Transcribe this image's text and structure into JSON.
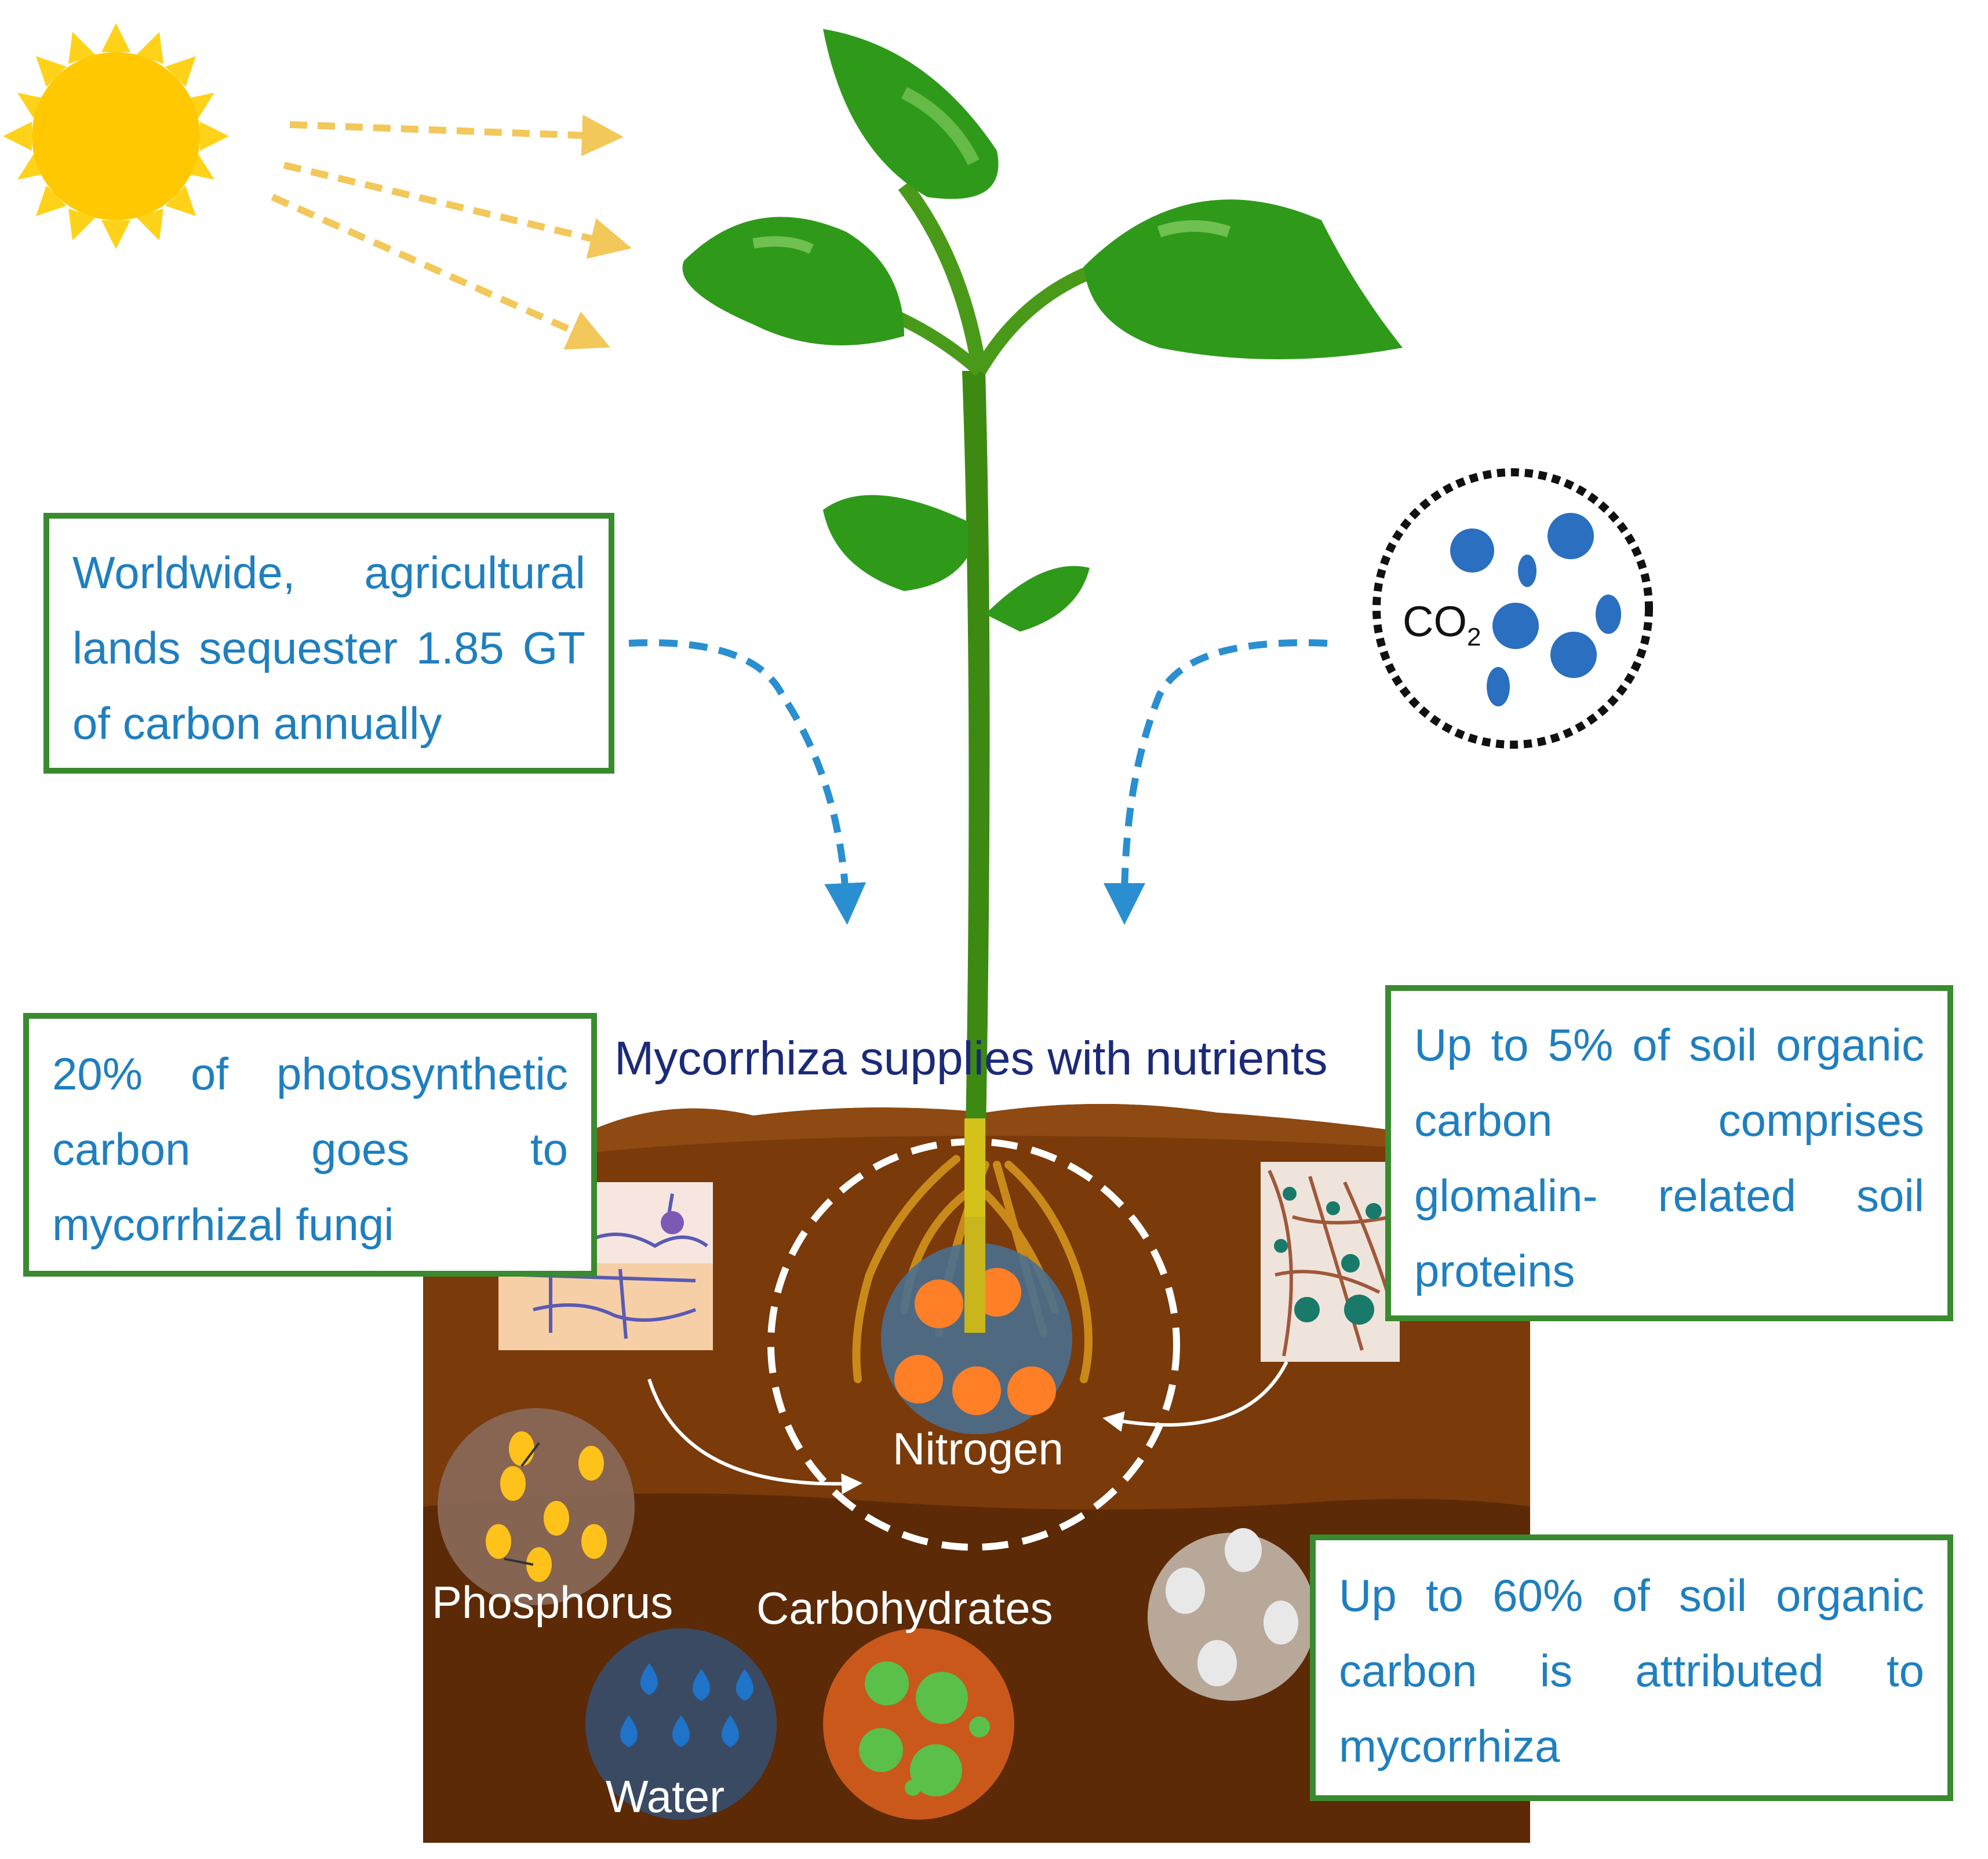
{
  "diagram": {
    "heading": "Mycorrhiza supplies with nutrients",
    "boxes": {
      "sequester": "Worldwide, agricultural lands sequester 1.85 GT of carbon annually",
      "photosynthetic": "20% of photosynthetic carbon goes to mycorrhizal fungi",
      "glomalin": "Up to 5% of soil organic carbon comprises glomalin- related soil proteins",
      "mycorrhiza": "Up to 60% of soil organic carbon is attributed to mycorrhiza"
    },
    "labels": {
      "nitrogen": "Nitrogen",
      "phosphorus": "Phosphorus",
      "carbohydrates": "Carbohydrates",
      "water": "Water"
    },
    "co2": {
      "base": "CO",
      "subscript": "2"
    },
    "icons": [
      "sun-icon",
      "plant-icon",
      "co2-molecules-icon",
      "fungal-hyphae-icon",
      "glomalin-soil-icon"
    ],
    "colors": {
      "box_border": "#3a8a2f",
      "box_text": "#1f7fbf",
      "heading": "#1b2a78",
      "soil": "#7a3a0a",
      "sun": "#ffc800",
      "leaf": "#2a9a1a",
      "arrow": "#2a8fd0"
    }
  }
}
